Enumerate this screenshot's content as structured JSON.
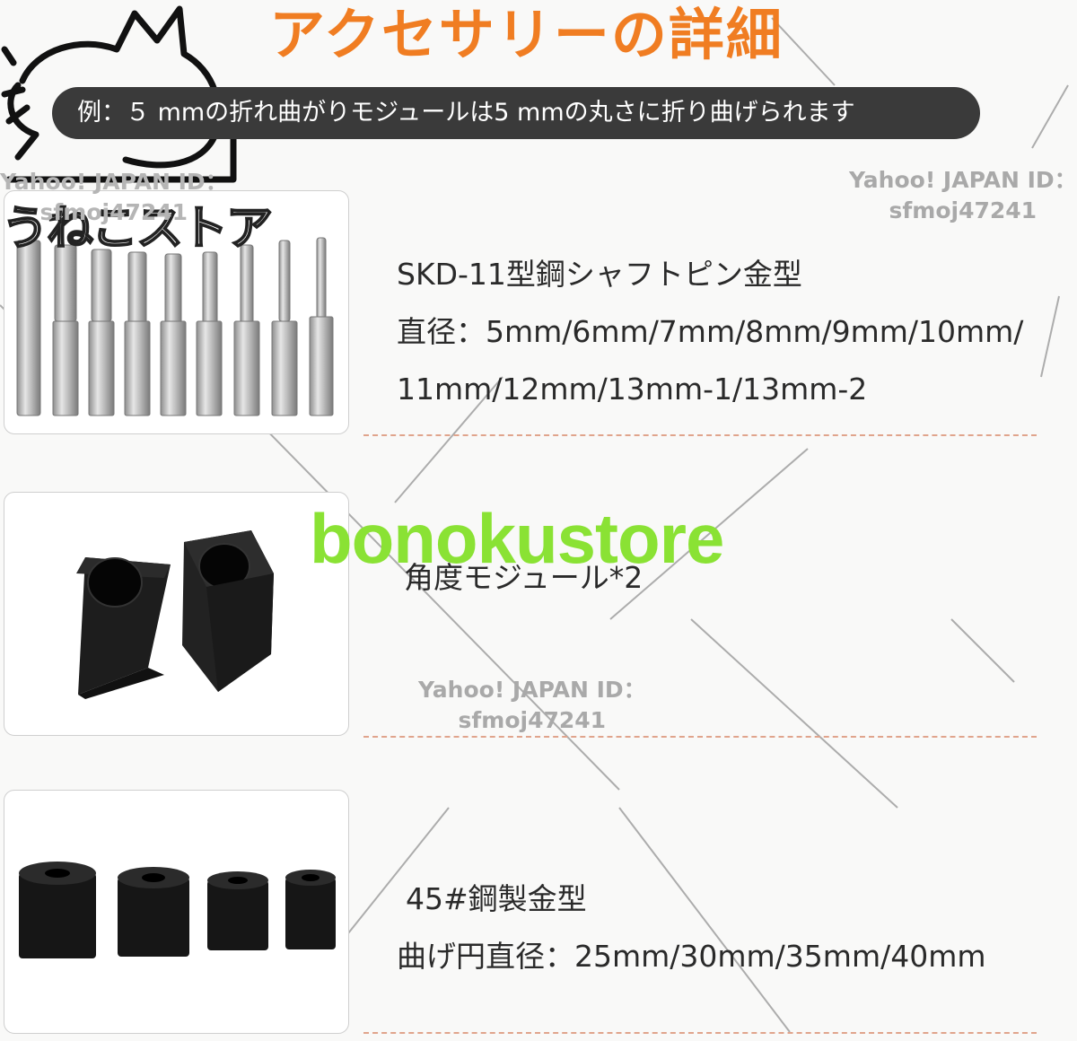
{
  "header": {
    "title": "アクセサリーの詳細",
    "example_note": "例：５ mmの折れ曲がりモジュールは5 mmの丸さに折り曲げられます"
  },
  "watermarks": {
    "id_label": "Yahoo! JAPAN ID：",
    "id_value": "sfmoj47241",
    "store_name": "bonokustore",
    "shop_logo_text": "うねこストア"
  },
  "items": [
    {
      "name": "SKD-11型鋼シャフトピン金型",
      "detail_line1": "直径：5mm/6mm/7mm/8mm/9mm/10mm/",
      "detail_line2": "11mm/12mm/13mm-1/13mm-2"
    },
    {
      "name": "角度モジュール*2"
    },
    {
      "name": "45#鋼製金型",
      "detail_line1": "曲げ円直径：25mm/30mm/35mm/40mm"
    }
  ],
  "colors": {
    "title_orange": "#f07d22",
    "pill_background": "#3a3a3a",
    "store_green": "#8ae234",
    "dash_line": "#e0a48c"
  }
}
